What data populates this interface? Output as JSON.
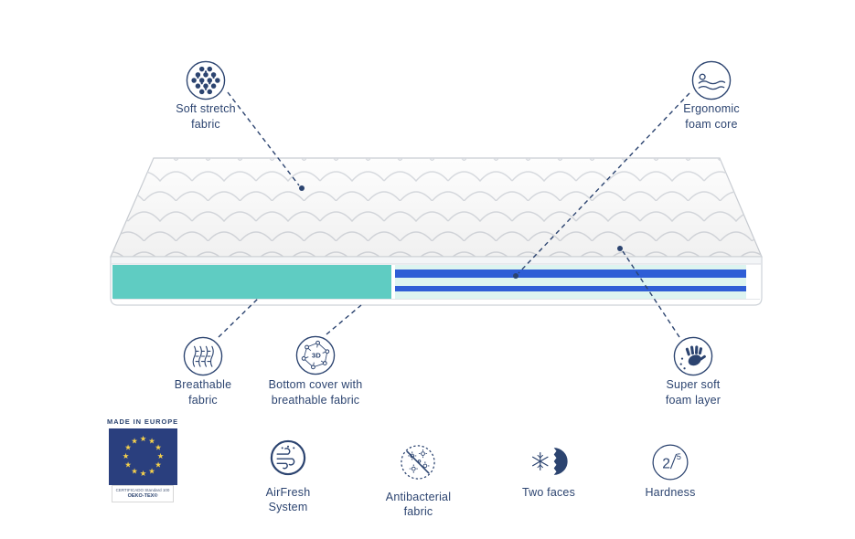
{
  "colors": {
    "navy": "#2c4470",
    "teal": "#5fccc2",
    "mint": "#ddf4f0",
    "stripe_blue": "#2f5ed6",
    "flag_blue": "#2a3f7e",
    "star_gold": "#f7d24b"
  },
  "callouts": {
    "soft_stretch": {
      "label": "Soft stretch\nfabric"
    },
    "ergonomic": {
      "label": "Ergonomic\nfoam core"
    },
    "breathable": {
      "label": "Breathable\nfabric"
    },
    "bottom_cover": {
      "label": "Bottom cover with\nbreathable fabric",
      "icon_text": "3D"
    },
    "super_soft": {
      "label": "Super soft\nfoam layer"
    }
  },
  "badges": {
    "made_in_europe": {
      "title": "MADE IN EUROPE",
      "cert_line1": "CERTIFICADO Standard 100",
      "cert_line2": "OEKO-TEX®",
      "star_glyph": "★"
    },
    "airfresh": {
      "label": "AirFresh\nSystem"
    },
    "antibacterial": {
      "label": "Antibacterial\nfabric"
    },
    "two_faces": {
      "label": "Two faces"
    },
    "hardness": {
      "label": "Hardness",
      "value": "2",
      "scale": "5"
    }
  }
}
